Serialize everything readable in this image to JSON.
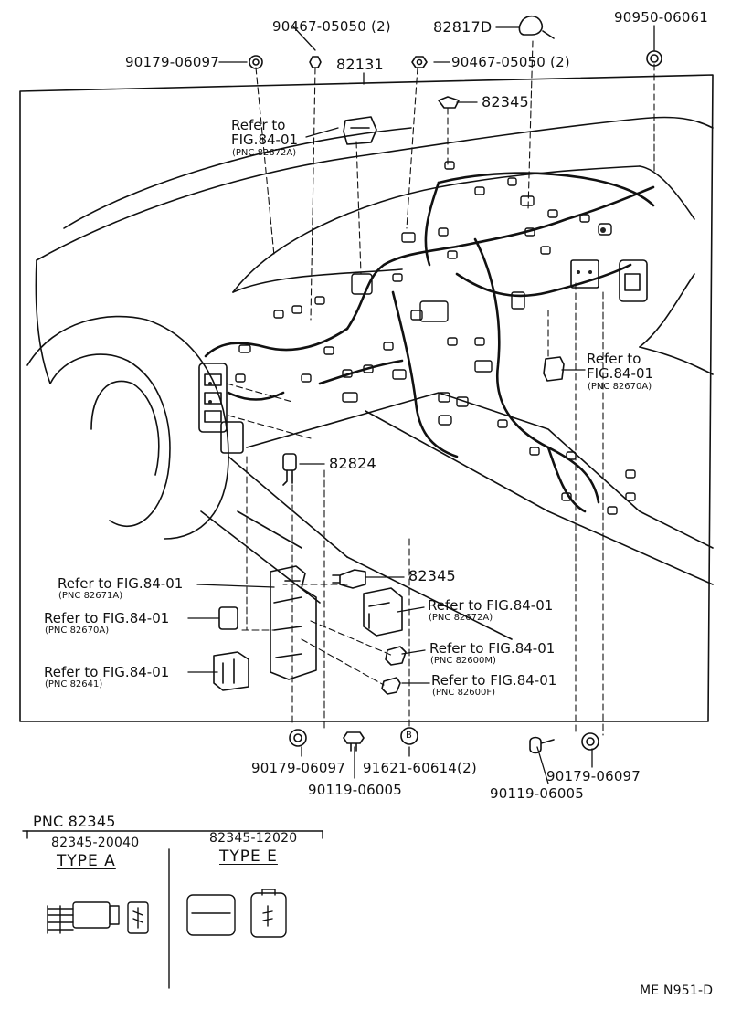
{
  "parts": {
    "p90179_top": "90179-06097",
    "p90467_top": "90467-05050 (2)",
    "p82817d": "82817D",
    "p90950": "90950-06061",
    "p82131": "82131",
    "p90467_right": "90467-05050 (2)",
    "p82345_top": "82345",
    "p82824": "82824",
    "p82345_mid": "82345",
    "p90179_b1": "90179-06097",
    "p91621": "91621-60614(2)",
    "p90119_b1": "90119-06005",
    "p90119_b2": "90119-06005",
    "p90179_b2": "90179-06097"
  },
  "refs": {
    "r1": {
      "a": "Refer to",
      "b": "FIG.84-01",
      "pnc": "(PNC 82672A)"
    },
    "r2": {
      "a": "Refer to",
      "b": "FIG.84-01",
      "pnc": "(PNC 82670A)"
    },
    "r3": {
      "a": "Refer to FIG.84-01",
      "pnc": "(PNC 82671A)"
    },
    "r4": {
      "a": "Refer to FIG.84-01",
      "pnc": "(PNC 82670A)"
    },
    "r5": {
      "a": "Refer to FIG.84-01",
      "pnc": "(PNC 82641)"
    },
    "r6": {
      "a": "Refer to FIG.84-01",
      "pnc": "(PNC 82672A)"
    },
    "r7": {
      "a": "Refer to FIG.84-01",
      "pnc": "(PNC 82600M)"
    },
    "r8": {
      "a": "Refer to FIG.84-01",
      "pnc": "(PNC 82600F)"
    }
  },
  "pnc_table": {
    "title": "PNC 82345",
    "type_a_part": "82345-20040",
    "type_a": "TYPE A",
    "type_e_part": "82345-12020",
    "type_e": "TYPE E"
  },
  "footer_code": "ME  N951-D",
  "bolt_marker": "B"
}
